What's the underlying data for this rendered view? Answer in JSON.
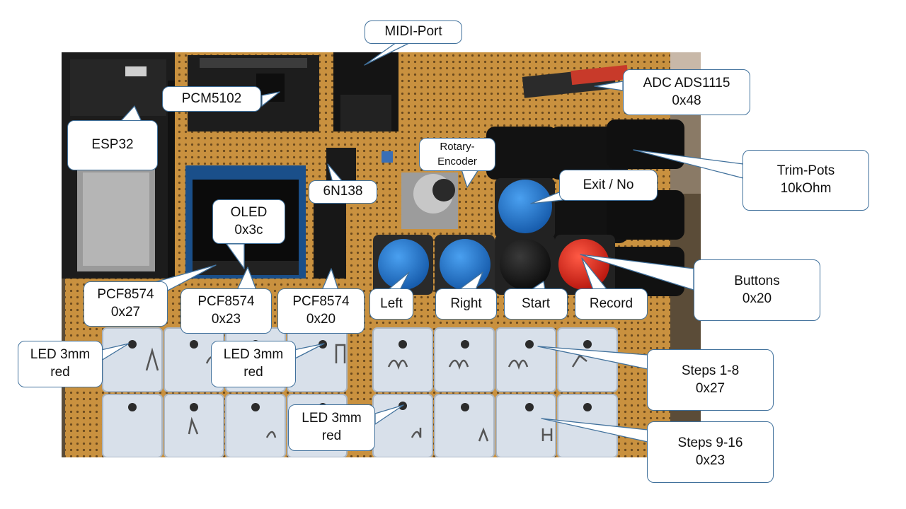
{
  "callouts": {
    "midi_port": {
      "line1": "MIDI-Port"
    },
    "pcm5102": {
      "line1": "PCM5102"
    },
    "esp32": {
      "line1": "ESP32"
    },
    "adc": {
      "line1": "ADC ADS1115",
      "line2": "0x48"
    },
    "trim_pots": {
      "line1": "Trim-Pots",
      "line2": "10kOhm"
    },
    "rotary_encoder": {
      "line1": "Rotary-",
      "line2": "Encoder"
    },
    "optocoupler": {
      "line1": "6N138"
    },
    "exit_no": {
      "line1": "Exit / No"
    },
    "oled": {
      "line1": "OLED",
      "line2": "0x3c"
    },
    "pcf_27": {
      "line1": "PCF8574",
      "line2": "0x27"
    },
    "pcf_23": {
      "line1": "PCF8574",
      "line2": "0x23"
    },
    "pcf_20": {
      "line1": "PCF8574",
      "line2": "0x20"
    },
    "left": {
      "line1": "Left"
    },
    "right": {
      "line1": "Right"
    },
    "start": {
      "line1": "Start"
    },
    "record": {
      "line1": "Record"
    },
    "buttons": {
      "line1": "Buttons",
      "line2": "0x20"
    },
    "led_left": {
      "line1": "LED 3mm",
      "line2": "red"
    },
    "led_mid": {
      "line1": "LED 3mm",
      "line2": "red"
    },
    "led_bottom": {
      "line1": "LED 3mm",
      "line2": "red"
    },
    "steps_1_8": {
      "line1": "Steps 1-8",
      "line2": "0x27"
    },
    "steps_9_16": {
      "line1": "Steps 9-16",
      "line2": "0x23"
    }
  },
  "colors": {
    "callout_border": "#41719c",
    "board": "#c9913f",
    "button_blue": "#1f74cf",
    "button_red": "#e3251b",
    "button_black": "#151515",
    "keys": "#d8e0ea"
  }
}
